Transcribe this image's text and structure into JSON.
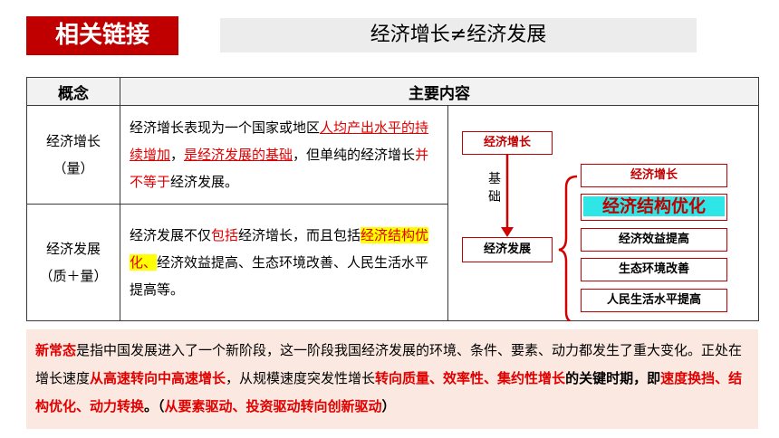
{
  "header": {
    "badge": "相关链接",
    "title": "经济增长≠经济发展"
  },
  "table": {
    "headers": [
      "概念",
      "主要内容"
    ],
    "row1": {
      "concept_l1": "经济增长",
      "concept_l2": "（量）",
      "t1": "经济增长表现为一个国家或地区",
      "t2": "人均产出水平的持续增加",
      "t3": "，",
      "t4": "是经济发展的基础",
      "t5": "，但单纯的经济增长",
      "t6": "并不等于",
      "t7": "经济发展。"
    },
    "row2": {
      "concept_l1": "经济发展",
      "concept_l2": "（质＋量）",
      "t1": "经济发展不仅",
      "t2": "包括",
      "t3": "经济增长，而且包括",
      "t4": "经济结构优化、",
      "t5": "经济效益提高、生态环境改善、人民生活水平提高等。"
    }
  },
  "diagram": {
    "growth": "经济增长",
    "basis_1": "基",
    "basis_2": "础",
    "development": "经济发展",
    "items": [
      "经济增长",
      "经济结构优化",
      "经济效益提高",
      "生态环境改善",
      "人民生活水平提高"
    ],
    "highlight_color": "#2ee6e6"
  },
  "note": {
    "t1": "新常态",
    "t2": "是指中国发展进入了一个新阶段，这一阶段我国经济发展的环境、条件、要素、动力都发生了重大变化。正处在增长速度",
    "t3": "从高速转向中高速增长",
    "t4": "，从规模速度突发性增长",
    "t5": "转向质量、效率性、集约性增长",
    "t6": "的关键时期，即",
    "t7": "速度换挡、结构优化、动力转换",
    "t8": "。（",
    "t9": "从要素驱动、投资驱动转向创新驱动",
    "t10": "）"
  }
}
